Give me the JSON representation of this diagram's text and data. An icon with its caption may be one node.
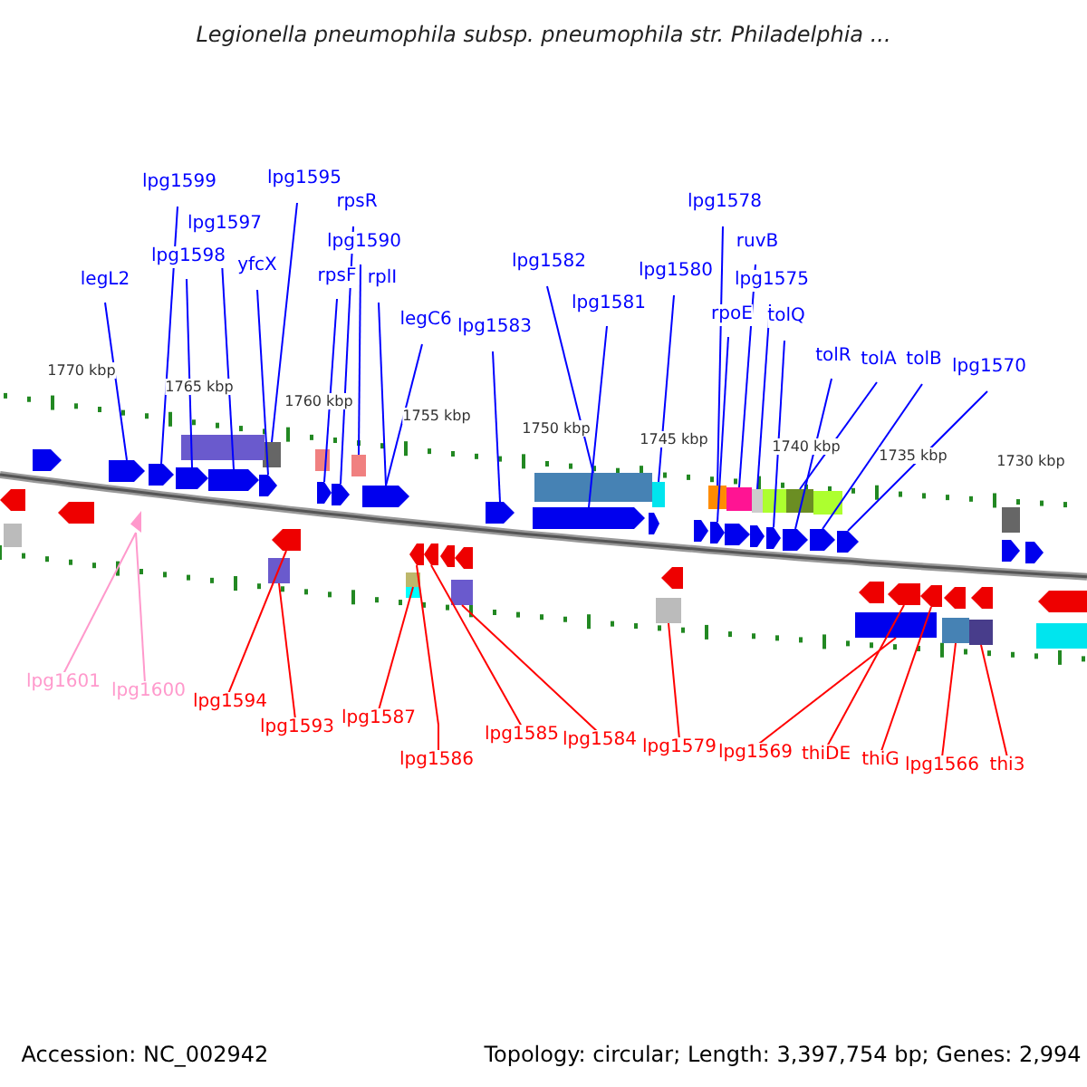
{
  "diagram": {
    "title": "Legionella pneumophila subsp. pneumophila str. Philadelphia ...",
    "nodes": [
      {
        "text": [
          "legL2"
        ]
      },
      {
        "text": [
          "lpg1599"
        ]
      },
      {
        "text": [
          "lpg1598"
        ]
      },
      {
        "text": [
          "lpg1597"
        ]
      },
      {
        "text": [
          "yfcX"
        ]
      },
      {
        "text": [
          "lpg1595"
        ]
      },
      {
        "text": [
          "rpsF"
        ]
      },
      {
        "text": [
          "rpsR"
        ]
      },
      {
        "text": [
          "lpg1590"
        ]
      },
      {
        "text": [
          "rplI"
        ]
      },
      {
        "text": [
          "legC6"
        ]
      },
      {
        "text": [
          "lpg1583"
        ]
      },
      {
        "text": [
          "lpg1582"
        ]
      },
      {
        "text": [
          "lpg1581"
        ]
      },
      {
        "text": [
          "lpg1580"
        ]
      },
      {
        "text": [
          "lpg1578"
        ]
      },
      {
        "text": [
          "rpoE"
        ]
      },
      {
        "text": [
          "ruvB"
        ]
      },
      {
        "text": [
          "lpg1575"
        ]
      },
      {
        "text": [
          "tolQ"
        ]
      },
      {
        "text": [
          "tolR"
        ]
      },
      {
        "text": [
          "tolA"
        ]
      },
      {
        "text": [
          "tolB"
        ]
      },
      {
        "text": [
          "lpg1570"
        ]
      },
      {
        "text": [
          "lpg1601"
        ]
      },
      {
        "text": [
          "lpg1600"
        ]
      },
      {
        "text": [
          "lpg1594"
        ]
      },
      {
        "text": [
          "lpg1593"
        ]
      },
      {
        "text": [
          "lpg1587"
        ]
      },
      {
        "text": [
          "lpg1586"
        ]
      },
      {
        "text": [
          "lpg1585"
        ]
      },
      {
        "text": [
          "lpg1584"
        ]
      },
      {
        "text": [
          "lpg1579"
        ]
      },
      {
        "text": [
          "lpg1569"
        ]
      },
      {
        "text": [
          "thiDE"
        ]
      },
      {
        "text": [
          "thiG"
        ]
      },
      {
        "text": [
          "lpg1566"
        ]
      },
      {
        "text": [
          "thi3"
        ]
      },
      {
        "text": [],
        "shape": "arrow"
      },
      {
        "text": [],
        "shape": "triangle"
      },
      {
        "text": [],
        "shape": "arrow"
      },
      {
        "text": [],
        "shape": "arrow"
      },
      {
        "text": [],
        "shape": "arrow"
      },
      {
        "text": [],
        "shape": "arrow"
      },
      {
        "text": [],
        "shape": "box"
      },
      {
        "text": [],
        "shape": "box"
      },
      {
        "text": [],
        "shape": "arrow"
      },
      {
        "text": [],
        "shape": "arrow"
      },
      {
        "text": [],
        "shape": "arrow"
      },
      {
        "text": [],
        "shape": "box"
      },
      {
        "text": [],
        "shape": "arrow"
      },
      {
        "text": [],
        "shape": "box"
      },
      {
        "text": [],
        "shape": "arrow"
      },
      {
        "text": [],
        "shape": "arrow"
      },
      {
        "text": [],
        "shape": "box"
      },
      {
        "text": [],
        "shape": "arrow"
      },
      {
        "text": [],
        "shape": "arrow"
      },
      {
        "text": [],
        "shape": "box"
      },
      {
        "text": [],
        "shape": "box"
      },
      {
        "text": [],
        "shape": "box"
      },
      {
        "text": [],
        "shape": "box"
      },
      {
        "text": [],
        "shape": "arrow"
      },
      {
        "text": [],
        "shape": "box"
      },
      {
        "text": [],
        "shape": "arrow"
      },
      {
        "text": [],
        "shape": "arrow"
      },
      {
        "text": [],
        "shape": "arrow"
      },
      {
        "text": [],
        "shape": "box"
      },
      {
        "text": [],
        "shape": "arrow"
      },
      {
        "text": [],
        "shape": "arrow"
      },
      {
        "text": [],
        "shape": "box"
      },
      {
        "text": [],
        "shape": "arrow"
      },
      {
        "text": [],
        "shape": "arrow"
      },
      {
        "text": [],
        "shape": "box"
      },
      {
        "text": [],
        "shape": "box"
      },
      {
        "text": [],
        "shape": "arrow"
      },
      {
        "text": [],
        "shape": "arrow"
      },
      {
        "text": [],
        "shape": "arrow"
      },
      {
        "text": [],
        "shape": "arrow"
      },
      {
        "text": [],
        "shape": "arrow"
      },
      {
        "text": [],
        "shape": "arrow"
      },
      {
        "text": [],
        "shape": "arrow"
      },
      {
        "text": [],
        "shape": "arrow"
      },
      {
        "text": [],
        "shape": "arrow"
      },
      {
        "text": [],
        "shape": "arrow"
      },
      {
        "text": [],
        "shape": "arrow"
      },
      {
        "text": [],
        "shape": "arrow"
      },
      {
        "text": [],
        "shape": "arrow"
      },
      {
        "text": [],
        "shape": "arrow"
      },
      {
        "text": [],
        "shape": "arrow"
      },
      {
        "text": [],
        "shape": "box"
      },
      {
        "text": [],
        "shape": "box"
      },
      {
        "text": [],
        "shape": "box"
      },
      {
        "text": [],
        "shape": "box"
      },
      {
        "text": [],
        "shape": "box"
      },
      {
        "text": [],
        "shape": "box"
      },
      {
        "text": [],
        "shape": "box"
      },
      {
        "text": [],
        "shape": "box"
      },
      {
        "text": [],
        "shape": "box"
      }
    ],
    "edges": [
      {
        "from": 0,
        "to": 38,
        "arrow": "none"
      },
      {
        "from": 1,
        "to": 40,
        "arrow": "none"
      },
      {
        "from": 2,
        "to": 41,
        "arrow": "none"
      },
      {
        "from": 3,
        "to": 42,
        "arrow": "none"
      },
      {
        "from": 4,
        "to": 43,
        "arrow": "none"
      },
      {
        "from": 5,
        "to": 44,
        "arrow": "none"
      },
      {
        "from": 6,
        "to": 47,
        "arrow": "none"
      },
      {
        "from": 7,
        "to": 48,
        "arrow": "none"
      },
      {
        "from": 8,
        "to": 49,
        "arrow": "none"
      },
      {
        "from": 9,
        "to": 50,
        "arrow": "none"
      },
      {
        "from": 10,
        "to": 50,
        "arrow": "none"
      },
      {
        "from": 11,
        "to": 55,
        "arrow": "none"
      },
      {
        "from": 12,
        "to": 57,
        "arrow": "none"
      },
      {
        "from": 13,
        "to": 56,
        "arrow": "none"
      },
      {
        "from": 14,
        "to": 58,
        "arrow": "none"
      },
      {
        "from": 15,
        "to": 60,
        "arrow": "none"
      },
      {
        "from": 16,
        "to": 61,
        "arrow": "none"
      },
      {
        "from": 17,
        "to": 62,
        "arrow": "none"
      },
      {
        "from": 18,
        "to": 91,
        "arrow": "none"
      },
      {
        "from": 19,
        "to": 64,
        "arrow": "none"
      },
      {
        "from": 20,
        "to": 65,
        "arrow": "none"
      },
      {
        "from": 21,
        "to": 66,
        "arrow": "none"
      },
      {
        "from": 22,
        "to": 67,
        "arrow": "none"
      },
      {
        "from": 23,
        "to": 68,
        "arrow": "none"
      },
      {
        "from": 24,
        "to": 39,
        "arrow": "none",
        "color": "#ff99cc"
      },
      {
        "from": 25,
        "to": 39,
        "arrow": "none",
        "color": "#ff99cc"
      },
      {
        "from": 26,
        "to": 46,
        "arrow": "none",
        "color": "#ff0000"
      },
      {
        "from": 27,
        "to": 45,
        "arrow": "none",
        "color": "#ff0000"
      },
      {
        "from": 28,
        "to": 51,
        "arrow": "none",
        "color": "#ff0000"
      },
      {
        "from": 29,
        "to": 52,
        "arrow": "none",
        "color": "#ff0000"
      },
      {
        "from": 30,
        "to": 53,
        "arrow": "none",
        "color": "#ff0000"
      },
      {
        "from": 31,
        "to": 54,
        "arrow": "none",
        "color": "#ff0000"
      },
      {
        "from": 32,
        "to": 59,
        "arrow": "none",
        "color": "#ff0000"
      },
      {
        "from": 33,
        "to": 69,
        "arrow": "none",
        "color": "#ff0000"
      },
      {
        "from": 34,
        "to": 70,
        "arrow": "none",
        "color": "#ff0000"
      },
      {
        "from": 35,
        "to": 71,
        "arrow": "none",
        "color": "#ff0000"
      },
      {
        "from": 36,
        "to": 72,
        "arrow": "none",
        "color": "#ff0000"
      },
      {
        "from": 37,
        "to": 73,
        "arrow": "none",
        "color": "#ff0000"
      }
    ],
    "labels": [
      "1770 kbp",
      "1765 kbp",
      "1760 kbp",
      "1755 kbp",
      "1750 kbp",
      "1745 kbp",
      "1740 kbp",
      "1735 kbp",
      "1730 kbp",
      "Accession: NC_002942",
      "Topology: circular; Length: 3,397,754 bp; Genes: 2,994"
    ]
  }
}
